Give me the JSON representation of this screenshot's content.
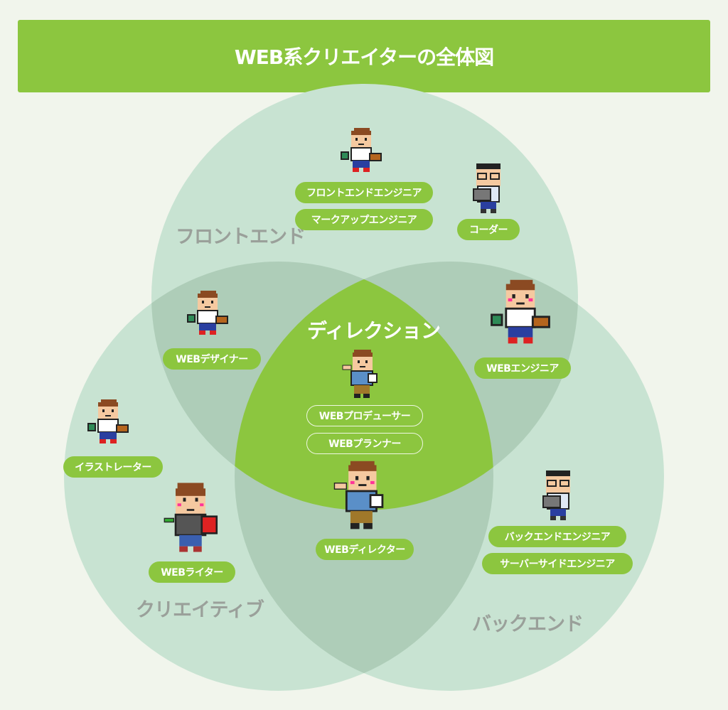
{
  "title": "WEB系クリエイターの全体図",
  "colors": {
    "accent": "#8cc63f",
    "circle": "#c8e3d2",
    "background": "#f1f5ec",
    "region_label": "#9aa09a"
  },
  "regions": {
    "frontend": "フロントエンド",
    "backend": "バックエンド",
    "creative": "クリエイティブ",
    "direction": "ディレクション"
  },
  "roles": {
    "frontend_engineer": "フロントエンドエンジニア",
    "markup_engineer": "マークアップエンジニア",
    "coder": "コーダー",
    "web_designer": "WEBデザイナー",
    "web_engineer": "WEBエンジニア",
    "illustrator": "イラストレーター",
    "web_producer": "WEBプロデューサー",
    "web_planner": "WEBプランナー",
    "web_writer": "WEBライター",
    "web_director": "WEBディレクター",
    "backend_engineer": "バックエンドエンジニア",
    "serverside_engineer": "サーバーサイドエンジニア"
  },
  "icons": [
    "painter-character-icon",
    "glasses-laptop-character-icon",
    "pointing-character-icon",
    "writer-character-icon"
  ]
}
